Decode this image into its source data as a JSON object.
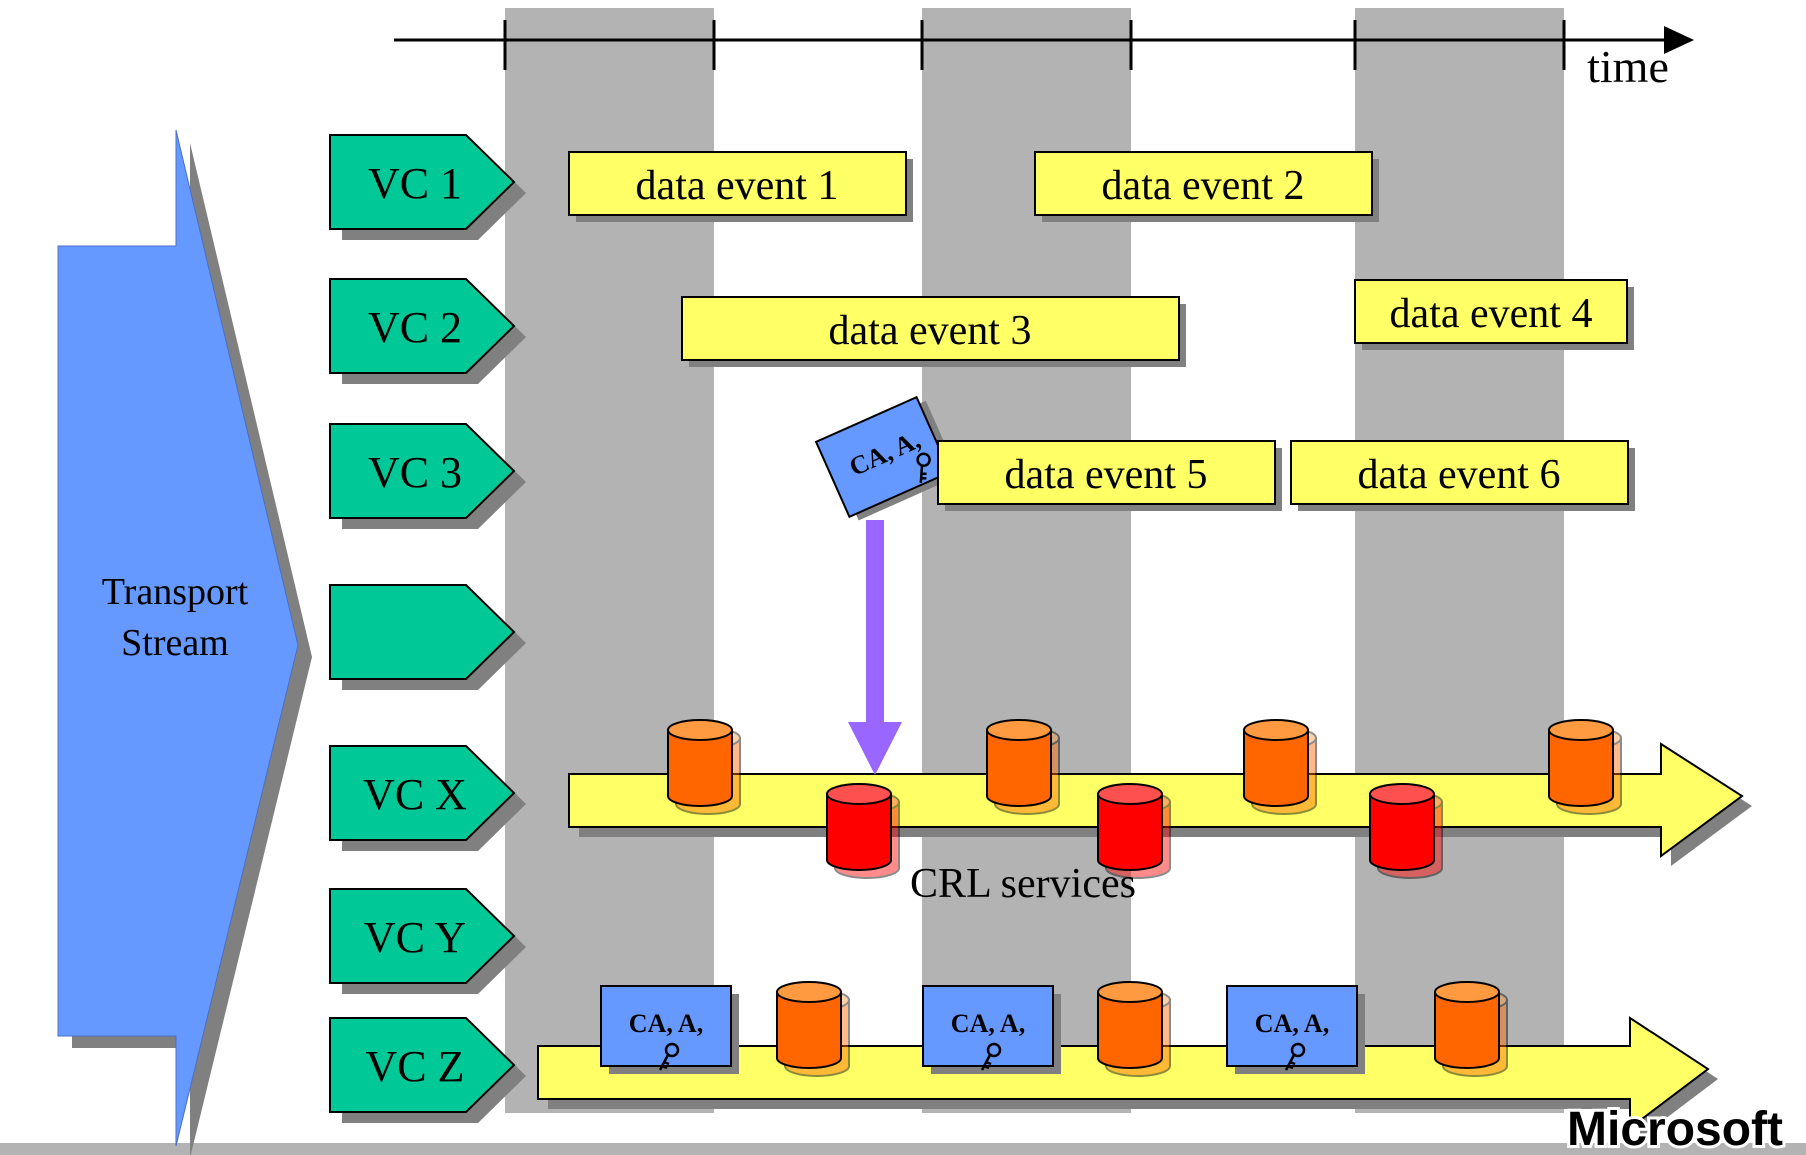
{
  "timeline": {
    "axis_label": "time"
  },
  "transport": {
    "line1": "Transport",
    "line2": "Stream"
  },
  "channels": [
    {
      "label": "VC 1"
    },
    {
      "label": "VC 2"
    },
    {
      "label": "VC 3"
    },
    {
      "label": ""
    },
    {
      "label": "VC X"
    },
    {
      "label": "VC Y"
    },
    {
      "label": "VC Z"
    }
  ],
  "events": [
    {
      "label": "data event 1"
    },
    {
      "label": "data event 2"
    },
    {
      "label": "data event 3"
    },
    {
      "label": "data event 4"
    },
    {
      "label": "data event 5"
    },
    {
      "label": "data event 6"
    }
  ],
  "certificates": [
    {
      "label": "CA, A,"
    },
    {
      "label": "CA, A,"
    },
    {
      "label": "CA, A,"
    },
    {
      "label": "CA, A,"
    }
  ],
  "crl": {
    "label": "CRL services"
  },
  "footer": {
    "brand": "Microsoft"
  },
  "colors": {
    "channel": "#00c896",
    "event": "#ffff66",
    "band": "#b3b3b3",
    "transport": "#6699ff",
    "cert": "#6699ff",
    "cylinder_orange": "#ff6600",
    "cylinder_red": "#ff0000",
    "purple_arrow": "#9966ff"
  }
}
